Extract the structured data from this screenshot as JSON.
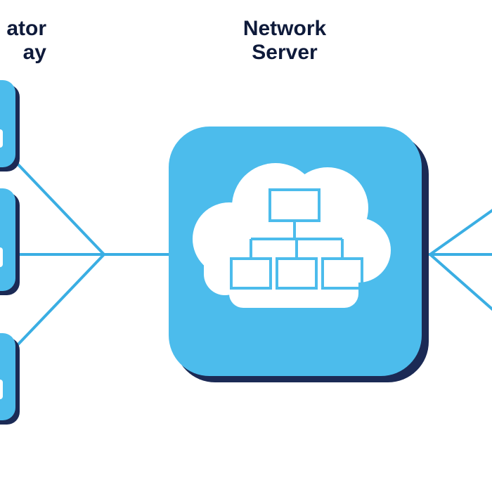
{
  "labels": {
    "gateway_line1": "ator",
    "gateway_line2": "ay",
    "server_line1": "Network",
    "server_line2": "Server"
  },
  "colors": {
    "accent": "#4cbcec",
    "accent_shadow": "#1b2a55",
    "line": "#3aaee3",
    "cloud": "#ffffff",
    "text": "#0e1a3a"
  },
  "icons": {
    "gateway_nodes": "gateway-tile-icon",
    "server": "cloud-network-icon"
  }
}
